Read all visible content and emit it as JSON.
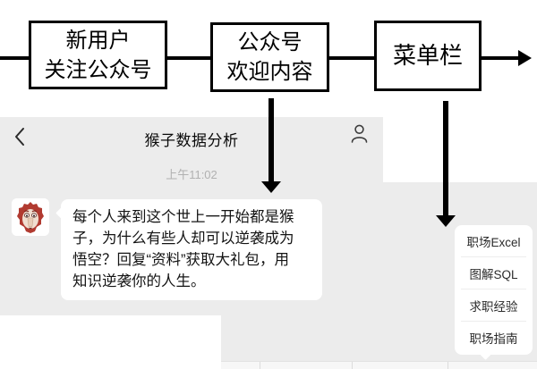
{
  "flowchart": {
    "box1": {
      "line1": "新用户",
      "line2": "关注公众号"
    },
    "box2": {
      "line1": "公众号",
      "line2": "欢迎内容"
    },
    "box3": {
      "line1": "菜单栏"
    }
  },
  "chat": {
    "header": {
      "title": "猴子数据分析"
    },
    "timestamp": "上午11:02",
    "message": {
      "lines": [
        "每个人来到这个世上一开始都是猴",
        "子，为什么有些人却可以逆袭成为",
        "悟空？回复“资料”获取大礼包，用",
        "知识逆袭你的人生。"
      ]
    },
    "menu": {
      "items": [
        "职场Excel",
        "图解SQL",
        "求职经验",
        "职场指南"
      ]
    }
  },
  "icons": {
    "back": "chevron-left-icon",
    "profile": "person-icon",
    "avatar": "monkey-avatar"
  },
  "colors": {
    "flowchart_ink": "#000000",
    "chat_bg": "#ececec",
    "bubble_bg": "#ffffff",
    "timestamp_text": "#b1b1b1",
    "menu_text": "#2b2b2b",
    "bottom_bar": "#f7f7f7"
  }
}
